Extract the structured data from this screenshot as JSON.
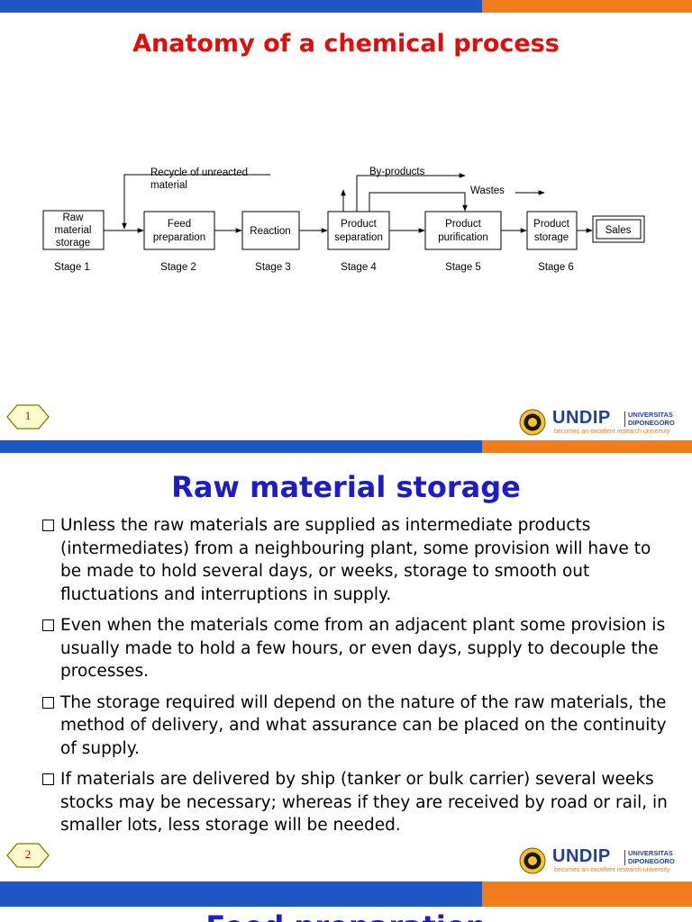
{
  "slide1": {
    "title": "Anatomy of a chemical process",
    "page_number": "1",
    "diagram": {
      "stages": [
        {
          "box": [
            "Raw",
            "material",
            "storage"
          ],
          "stage": "Stage 1"
        },
        {
          "box": [
            "Feed",
            "preparation"
          ],
          "stage": "Stage 2"
        },
        {
          "box": [
            "Reaction"
          ],
          "stage": "Stage 3"
        },
        {
          "box": [
            "Product",
            "separation"
          ],
          "stage": "Stage 4"
        },
        {
          "box": [
            "Product",
            "purification"
          ],
          "stage": "Stage 5"
        },
        {
          "box": [
            "Product",
            "storage"
          ],
          "stage": "Stage 6"
        }
      ],
      "sales": "Sales",
      "recycle": [
        "Recycle of unreacted",
        "material"
      ],
      "byproducts": "By-products",
      "wastes": "Wastes"
    }
  },
  "slide2": {
    "title": "Raw material storage",
    "page_number": "2",
    "bullets": [
      "Unless the raw materials are supplied as intermediate products (intermediates) from a neighbouring plant, some provision will have to be made to hold several days, or weeks, storage to smooth out fluctuations and interruptions in supply.",
      "Even when the materials come from an adjacent plant some provision is usually made to hold a few hours, or even days, supply to decouple the processes.",
      "The storage required will depend on the nature of the raw materials, the method of delivery, and what assurance can be placed on the continuity of supply.",
      "If materials are delivered by ship (tanker or bulk carrier) several weeks stocks may be necessary; whereas if they are received by road or rail, in smaller lots, less storage will be needed."
    ]
  },
  "slide3": {
    "title": "Feed preparation"
  },
  "logo": {
    "name": "UNDIP",
    "university_line1": "UNIVERSITAS",
    "university_line2": "DIPONEGORO",
    "tagline": "becomes an excellent research university"
  },
  "colors": {
    "blue_bar": "#1f56c6",
    "orange_bar": "#f07d1a",
    "title_red": "#e00d0d",
    "title_blue": "#1c1cc8",
    "logo_blue": "#1f3f9e"
  }
}
